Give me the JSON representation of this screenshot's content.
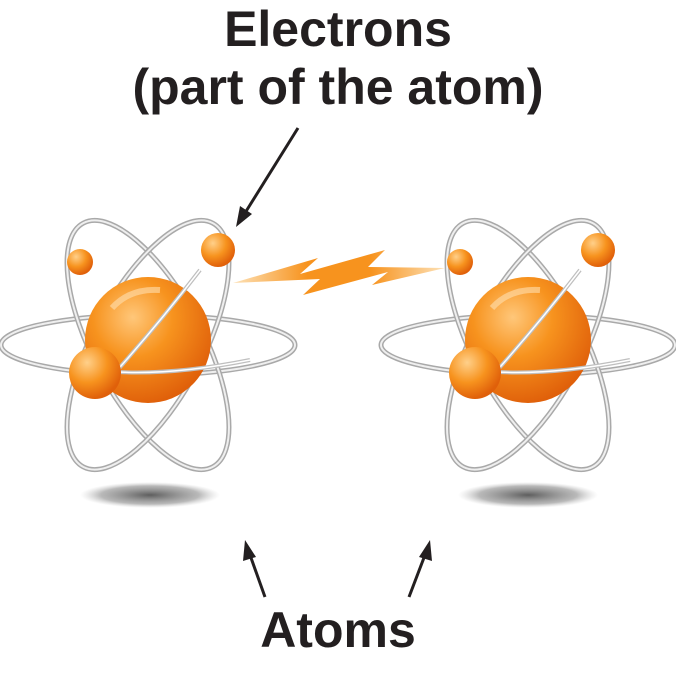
{
  "labels": {
    "electrons_line1": "Electrons",
    "electrons_line2": "(part of the atom)",
    "atoms": "Atoms"
  },
  "colors": {
    "text": "#231f20",
    "nucleus": "#f7931e",
    "nucleus_dark": "#e86a0c",
    "orbit": "#c8c8c8",
    "spark": "#f7931e",
    "shadow": "#6d6d6d"
  },
  "icons": {
    "atom": "atom-icon",
    "spark": "lightning-bolt-icon",
    "arrow": "arrow-icon"
  }
}
